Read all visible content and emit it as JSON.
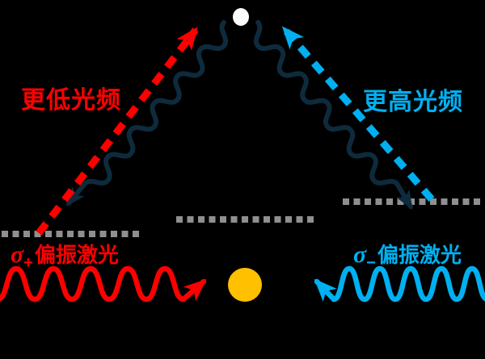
{
  "diagram": {
    "background_color": "#000000",
    "colors": {
      "red_laser": "#FF0000",
      "blue_laser": "#00B0F0",
      "photon_wave": "#0E2B3D",
      "level_dash": "#8F8F8F",
      "atom": "#FFC000",
      "excited_dot": "#FDFDFD"
    },
    "labels": {
      "lower_frequency": "更低光频",
      "higher_frequency": "更高光频",
      "left_laser": {
        "symbol": "σ",
        "subscript": "+",
        "text": "偏振激光"
      },
      "right_laser": {
        "symbol": "σ",
        "subscript": "−",
        "text": "偏振激光"
      }
    }
  }
}
